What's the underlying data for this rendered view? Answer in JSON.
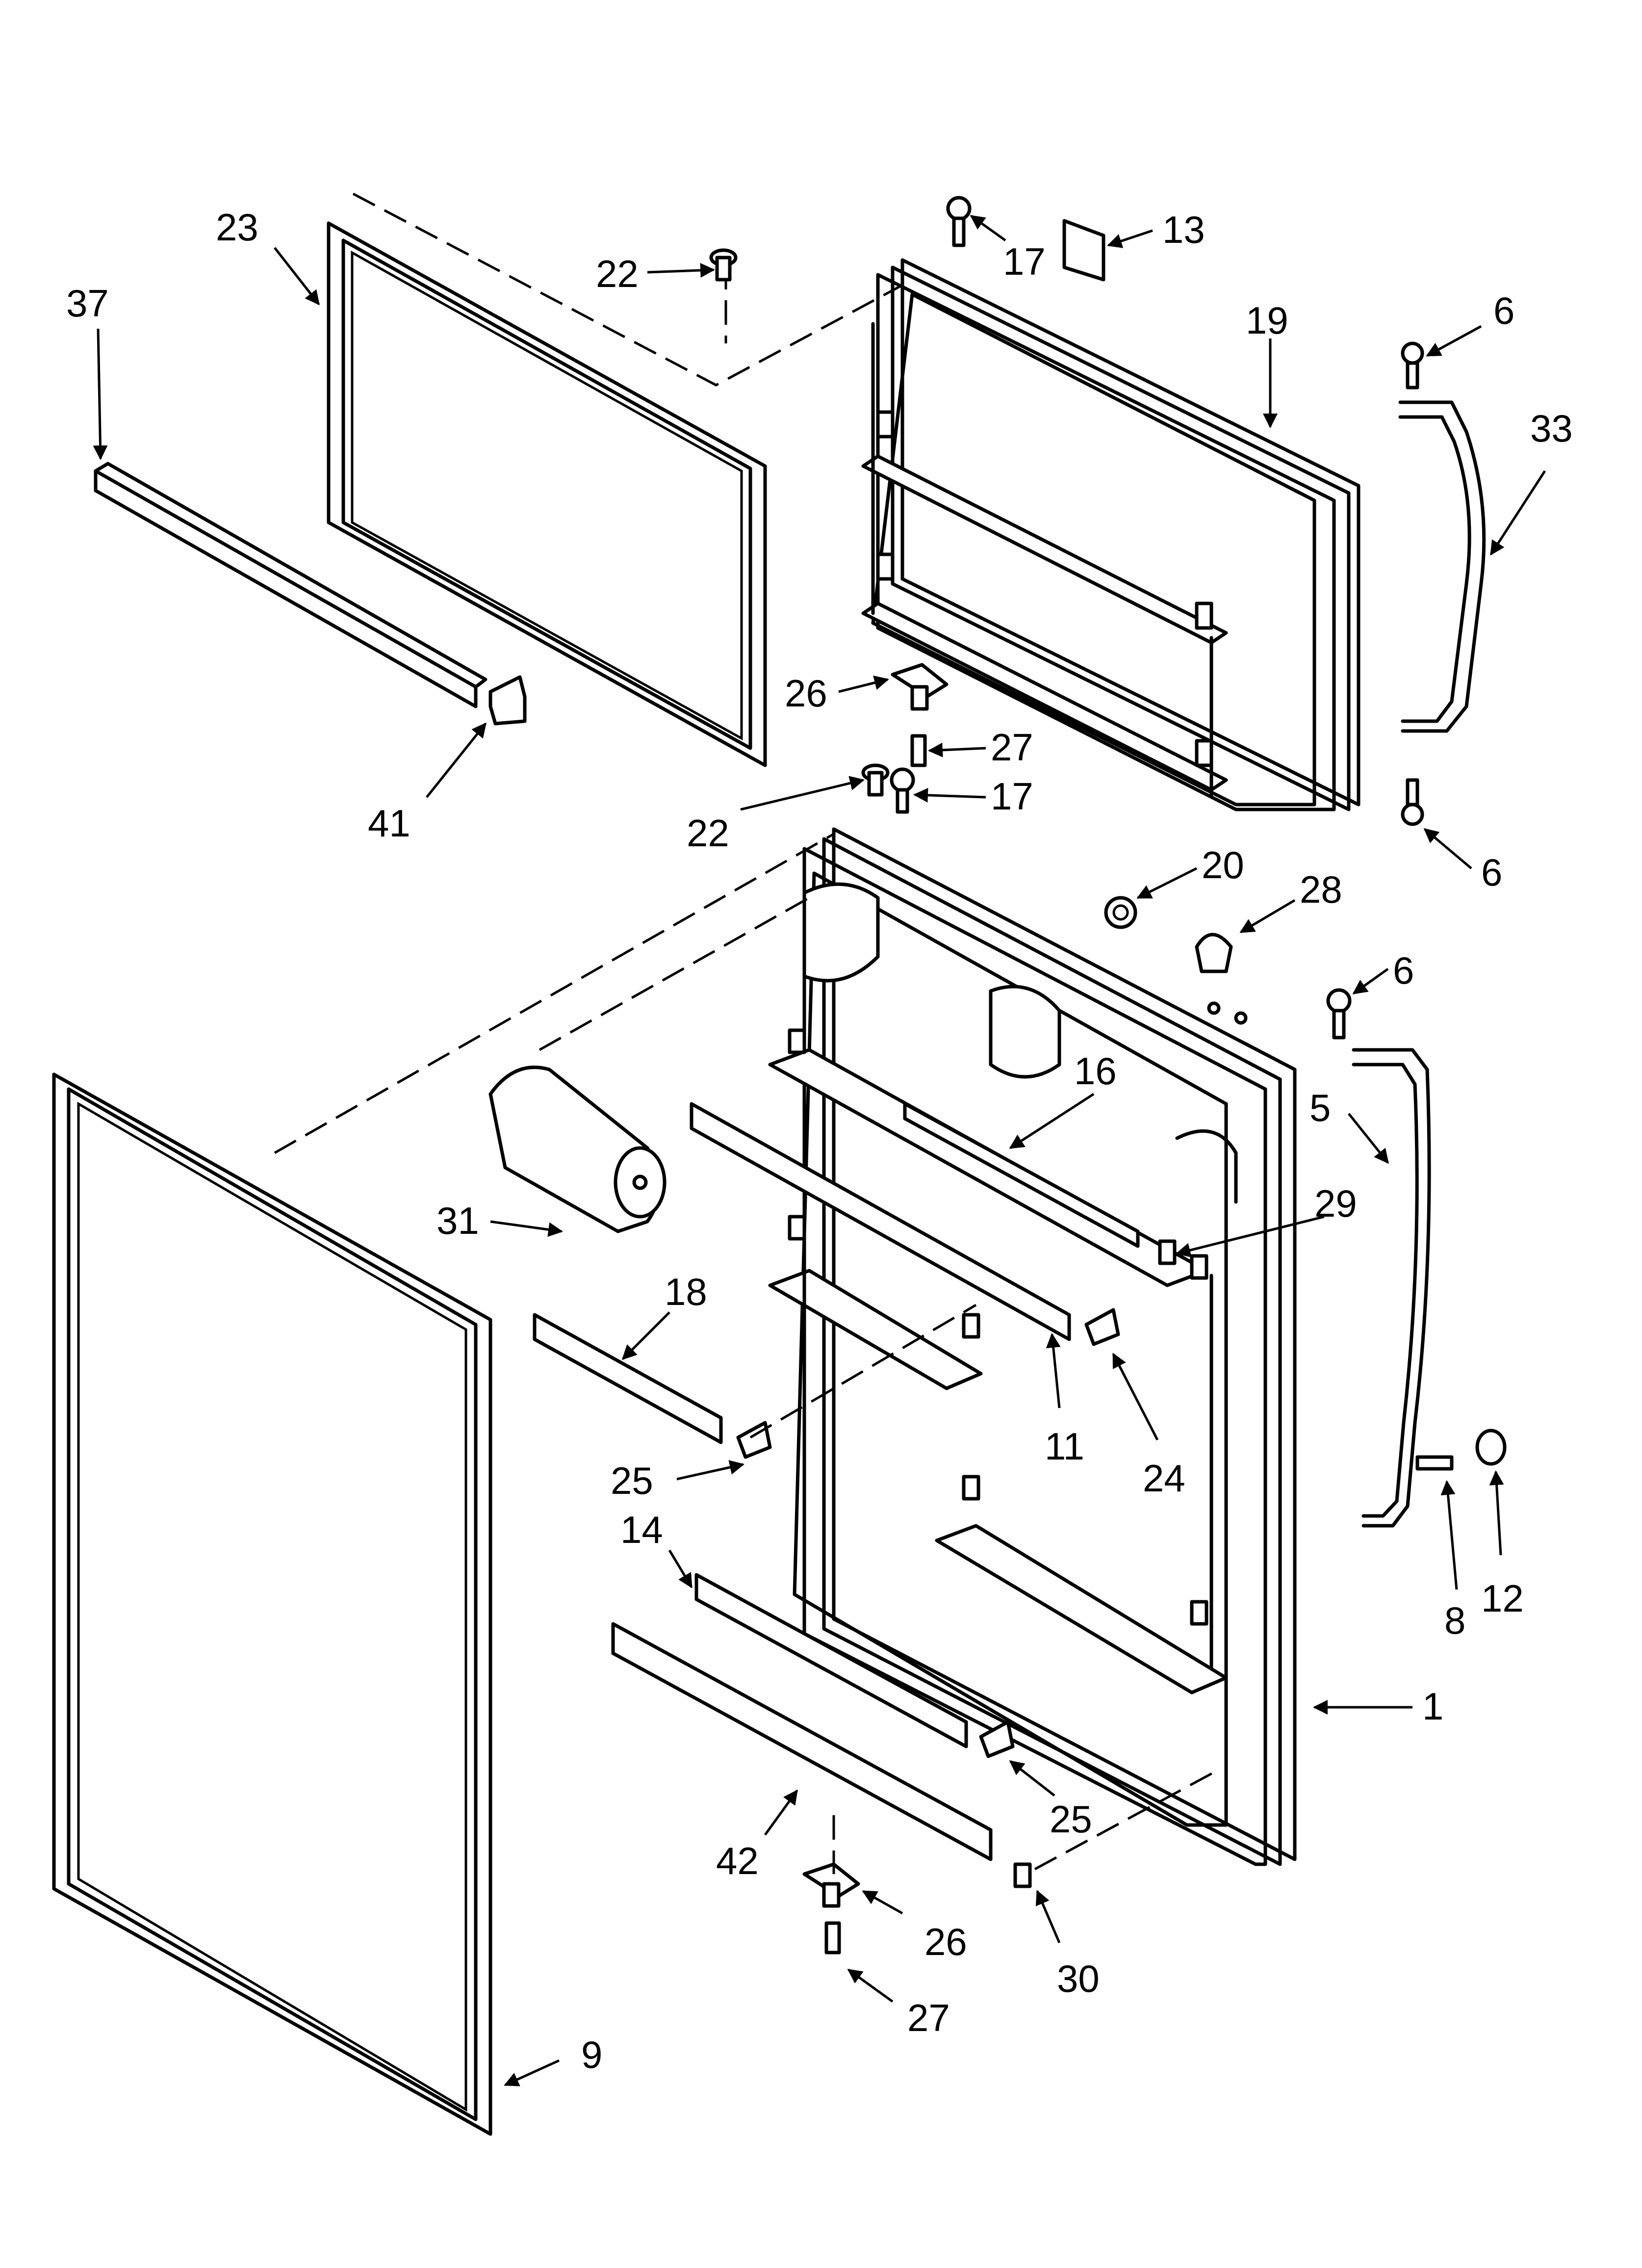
{
  "callouts": [
    {
      "id": "c-23",
      "label": "23"
    },
    {
      "id": "c-37",
      "label": "37"
    },
    {
      "id": "c-22a",
      "label": "22"
    },
    {
      "id": "c-17a",
      "label": "17"
    },
    {
      "id": "c-13",
      "label": "13"
    },
    {
      "id": "c-6a",
      "label": "6"
    },
    {
      "id": "c-19",
      "label": "19"
    },
    {
      "id": "c-33",
      "label": "33"
    },
    {
      "id": "c-41",
      "label": "41"
    },
    {
      "id": "c-26a",
      "label": "26"
    },
    {
      "id": "c-27a",
      "label": "27"
    },
    {
      "id": "c-22b",
      "label": "22"
    },
    {
      "id": "c-17b",
      "label": "17"
    },
    {
      "id": "c-6b",
      "label": "6"
    },
    {
      "id": "c-20",
      "label": "20"
    },
    {
      "id": "c-28",
      "label": "28"
    },
    {
      "id": "c-6c",
      "label": "6"
    },
    {
      "id": "c-16",
      "label": "16"
    },
    {
      "id": "c-5",
      "label": "5"
    },
    {
      "id": "c-31",
      "label": "31"
    },
    {
      "id": "c-29",
      "label": "29"
    },
    {
      "id": "c-18",
      "label": "18"
    },
    {
      "id": "c-11",
      "label": "11"
    },
    {
      "id": "c-24",
      "label": "24"
    },
    {
      "id": "c-25a",
      "label": "25"
    },
    {
      "id": "c-14",
      "label": "14"
    },
    {
      "id": "c-8",
      "label": "8"
    },
    {
      "id": "c-12",
      "label": "12"
    },
    {
      "id": "c-1",
      "label": "1"
    },
    {
      "id": "c-25b",
      "label": "25"
    },
    {
      "id": "c-42",
      "label": "42"
    },
    {
      "id": "c-26b",
      "label": "26"
    },
    {
      "id": "c-30",
      "label": "30"
    },
    {
      "id": "c-27b",
      "label": "27"
    },
    {
      "id": "c-9",
      "label": "9"
    }
  ]
}
